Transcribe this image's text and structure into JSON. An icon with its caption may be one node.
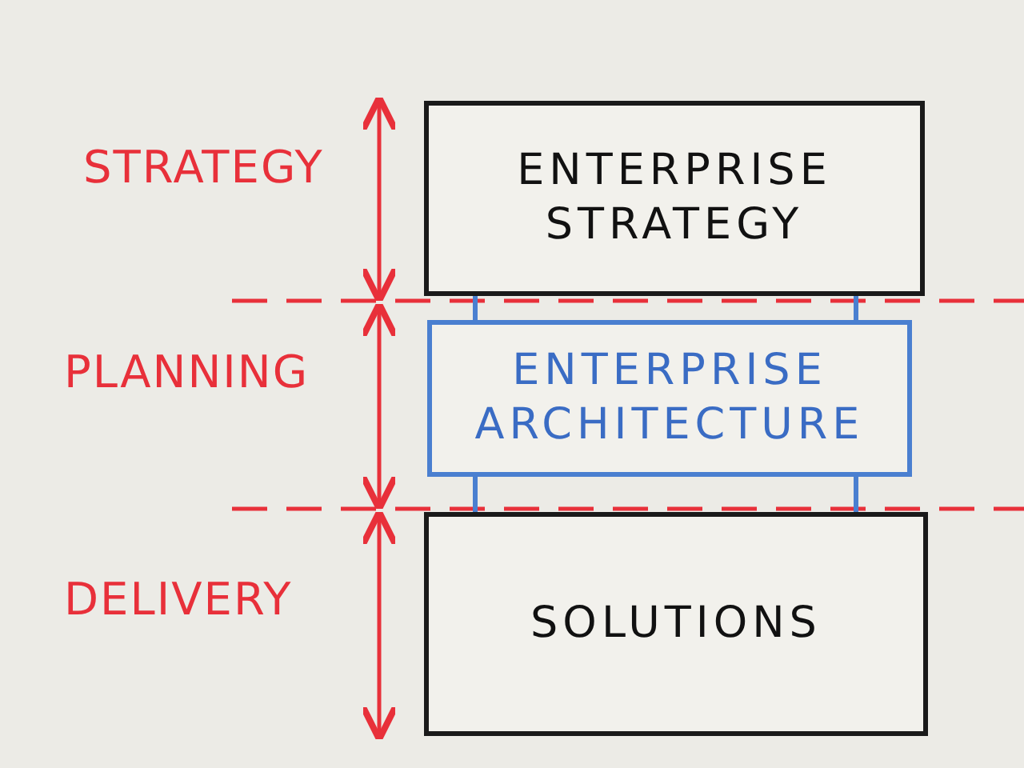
{
  "diagram": {
    "nodes": [
      {
        "text": [
          "ENTERPRISE STRATEGY"
        ]
      },
      {
        "text": [
          "ENTERPRISE ARCHITECTURE"
        ]
      },
      {
        "text": [
          "SOLUTIONS"
        ]
      }
    ],
    "edges": [
      {
        "from": 0,
        "to": 1,
        "arrow": "none"
      },
      {
        "from": 0,
        "to": 1,
        "arrow": "none"
      },
      {
        "from": 1,
        "to": 2,
        "arrow": "none"
      },
      {
        "from": 1,
        "to": 2,
        "arrow": "none"
      }
    ],
    "labels": [
      "STRATEGY",
      "PLANNING",
      "DELIVERY"
    ]
  }
}
